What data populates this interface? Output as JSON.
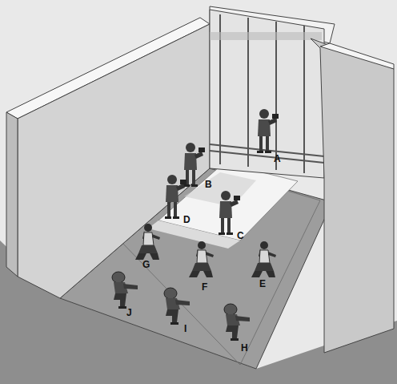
{
  "diagram": {
    "labels": [
      "A",
      "B",
      "D",
      "C",
      "G",
      "F",
      "E",
      "J",
      "I",
      "H"
    ]
  }
}
